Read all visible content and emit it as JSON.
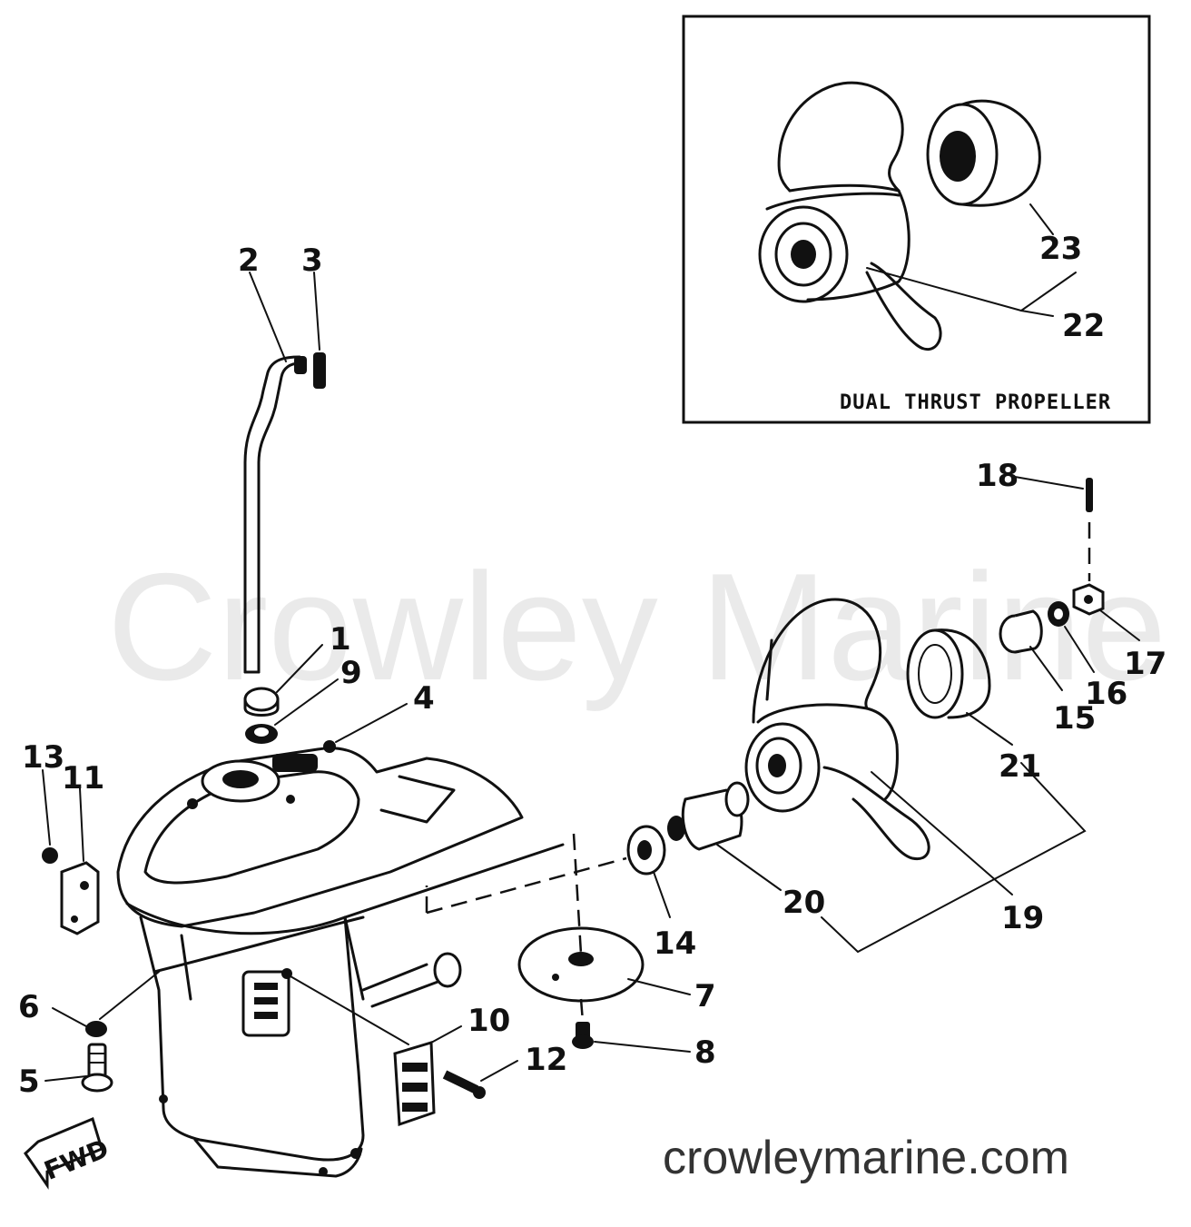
{
  "diagram": {
    "inset_caption": "DUAL THRUST PROPELLER",
    "fwd_label": "FWD",
    "callouts": [
      {
        "id": "c1",
        "label": "1"
      },
      {
        "id": "c2",
        "label": "2"
      },
      {
        "id": "c3",
        "label": "3"
      },
      {
        "id": "c4",
        "label": "4"
      },
      {
        "id": "c5",
        "label": "5"
      },
      {
        "id": "c6",
        "label": "6"
      },
      {
        "id": "c7",
        "label": "7"
      },
      {
        "id": "c8",
        "label": "8"
      },
      {
        "id": "c9",
        "label": "9"
      },
      {
        "id": "c10",
        "label": "10"
      },
      {
        "id": "c11",
        "label": "11"
      },
      {
        "id": "c12",
        "label": "12"
      },
      {
        "id": "c13",
        "label": "13"
      },
      {
        "id": "c14",
        "label": "14"
      },
      {
        "id": "c15",
        "label": "15"
      },
      {
        "id": "c16",
        "label": "16"
      },
      {
        "id": "c17",
        "label": "17"
      },
      {
        "id": "c18",
        "label": "18"
      },
      {
        "id": "c19",
        "label": "19"
      },
      {
        "id": "c20",
        "label": "20"
      },
      {
        "id": "c21",
        "label": "21"
      },
      {
        "id": "c22",
        "label": "22"
      },
      {
        "id": "c23",
        "label": "23"
      }
    ]
  },
  "watermark": {
    "center_text": "Crowley Marine",
    "footer_text": "crowleymarine.com"
  }
}
